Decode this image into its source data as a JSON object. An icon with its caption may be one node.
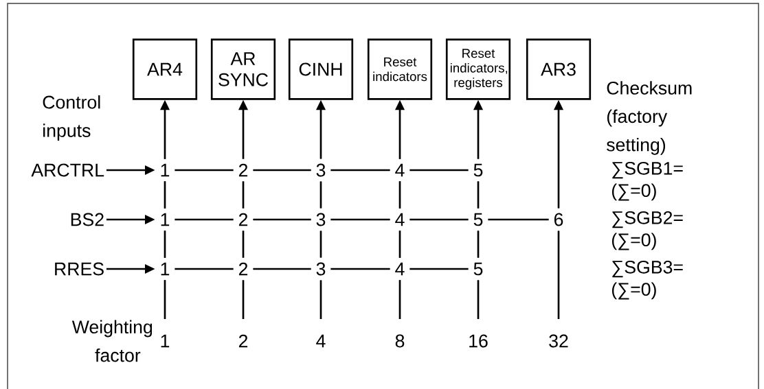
{
  "diagram": {
    "nodes": [
      {
        "text": [
          "AR4"
        ]
      },
      {
        "text": [
          "AR SYNC"
        ]
      },
      {
        "text": [
          "CINH"
        ]
      },
      {
        "text": [
          "Reset indicators"
        ]
      },
      {
        "text": [
          "Reset indicators, registers"
        ]
      },
      {
        "text": [
          "AR3"
        ]
      },
      {
        "text": [
          "ARCTRL"
        ]
      },
      {
        "text": [
          "BS2"
        ]
      },
      {
        "text": [
          "RRES"
        ]
      },
      {
        "text": [
          "1"
        ]
      },
      {
        "text": [
          "2"
        ]
      },
      {
        "text": [
          "3"
        ]
      },
      {
        "text": [
          "4"
        ]
      },
      {
        "text": [
          "5"
        ]
      },
      {
        "text": [
          "1"
        ]
      },
      {
        "text": [
          "2"
        ]
      },
      {
        "text": [
          "3"
        ]
      },
      {
        "text": [
          "4"
        ]
      },
      {
        "text": [
          "5"
        ]
      },
      {
        "text": [
          "6"
        ]
      },
      {
        "text": [
          "1"
        ]
      },
      {
        "text": [
          "2"
        ]
      },
      {
        "text": [
          "3"
        ]
      },
      {
        "text": [
          "4"
        ]
      },
      {
        "text": [
          "5"
        ]
      }
    ],
    "edges": [
      {
        "from": 6,
        "to": 9,
        "arrow": "to"
      },
      {
        "from": 7,
        "to": 14,
        "arrow": "to"
      },
      {
        "from": 8,
        "to": 20,
        "arrow": "to"
      },
      {
        "from": 9,
        "to": 10,
        "arrow": "none"
      },
      {
        "from": 10,
        "to": 11,
        "arrow": "none"
      },
      {
        "from": 11,
        "to": 12,
        "arrow": "none"
      },
      {
        "from": 12,
        "to": 13,
        "arrow": "none"
      },
      {
        "from": 14,
        "to": 15,
        "arrow": "none"
      },
      {
        "from": 15,
        "to": 16,
        "arrow": "none"
      },
      {
        "from": 16,
        "to": 17,
        "arrow": "none"
      },
      {
        "from": 17,
        "to": 18,
        "arrow": "none"
      },
      {
        "from": 18,
        "to": 19,
        "arrow": "none"
      },
      {
        "from": 20,
        "to": 21,
        "arrow": "none"
      },
      {
        "from": 21,
        "to": 22,
        "arrow": "none"
      },
      {
        "from": 22,
        "to": 23,
        "arrow": "none"
      },
      {
        "from": 23,
        "to": 24,
        "arrow": "none"
      },
      {
        "from": 9,
        "to": 0,
        "arrow": "to"
      },
      {
        "from": 10,
        "to": 1,
        "arrow": "to"
      },
      {
        "from": 11,
        "to": 2,
        "arrow": "to"
      },
      {
        "from": 12,
        "to": 3,
        "arrow": "to"
      },
      {
        "from": 13,
        "to": 4,
        "arrow": "to"
      },
      {
        "from": 19,
        "to": 5,
        "arrow": "to"
      },
      {
        "from": 14,
        "to": 9,
        "arrow": "none"
      },
      {
        "from": 15,
        "to": 10,
        "arrow": "none"
      },
      {
        "from": 16,
        "to": 11,
        "arrow": "none"
      },
      {
        "from": 17,
        "to": 12,
        "arrow": "none"
      },
      {
        "from": 18,
        "to": 13,
        "arrow": "none"
      },
      {
        "from": 20,
        "to": 14,
        "arrow": "none"
      },
      {
        "from": 21,
        "to": 15,
        "arrow": "none"
      },
      {
        "from": 22,
        "to": 16,
        "arrow": "none"
      },
      {
        "from": 23,
        "to": 17,
        "arrow": "none"
      },
      {
        "from": 24,
        "to": 18,
        "arrow": "none"
      },
      {
        "from": null,
        "to": 20,
        "arrow": "none"
      },
      {
        "from": null,
        "to": 21,
        "arrow": "none"
      },
      {
        "from": null,
        "to": 22,
        "arrow": "none"
      },
      {
        "from": null,
        "to": 23,
        "arrow": "none"
      },
      {
        "from": null,
        "to": 24,
        "arrow": "none"
      },
      {
        "from": null,
        "to": 19,
        "arrow": "none"
      }
    ],
    "labels": [
      "Control inputs",
      "Checksum (factory setting)",
      "∑SGB1=",
      "(∑=0)",
      "∑SGB2=",
      "(∑=0)",
      "∑SGB3=",
      "(∑=0)",
      "Weighting factor",
      "1",
      "2",
      "4",
      "8",
      "16",
      "32"
    ]
  }
}
